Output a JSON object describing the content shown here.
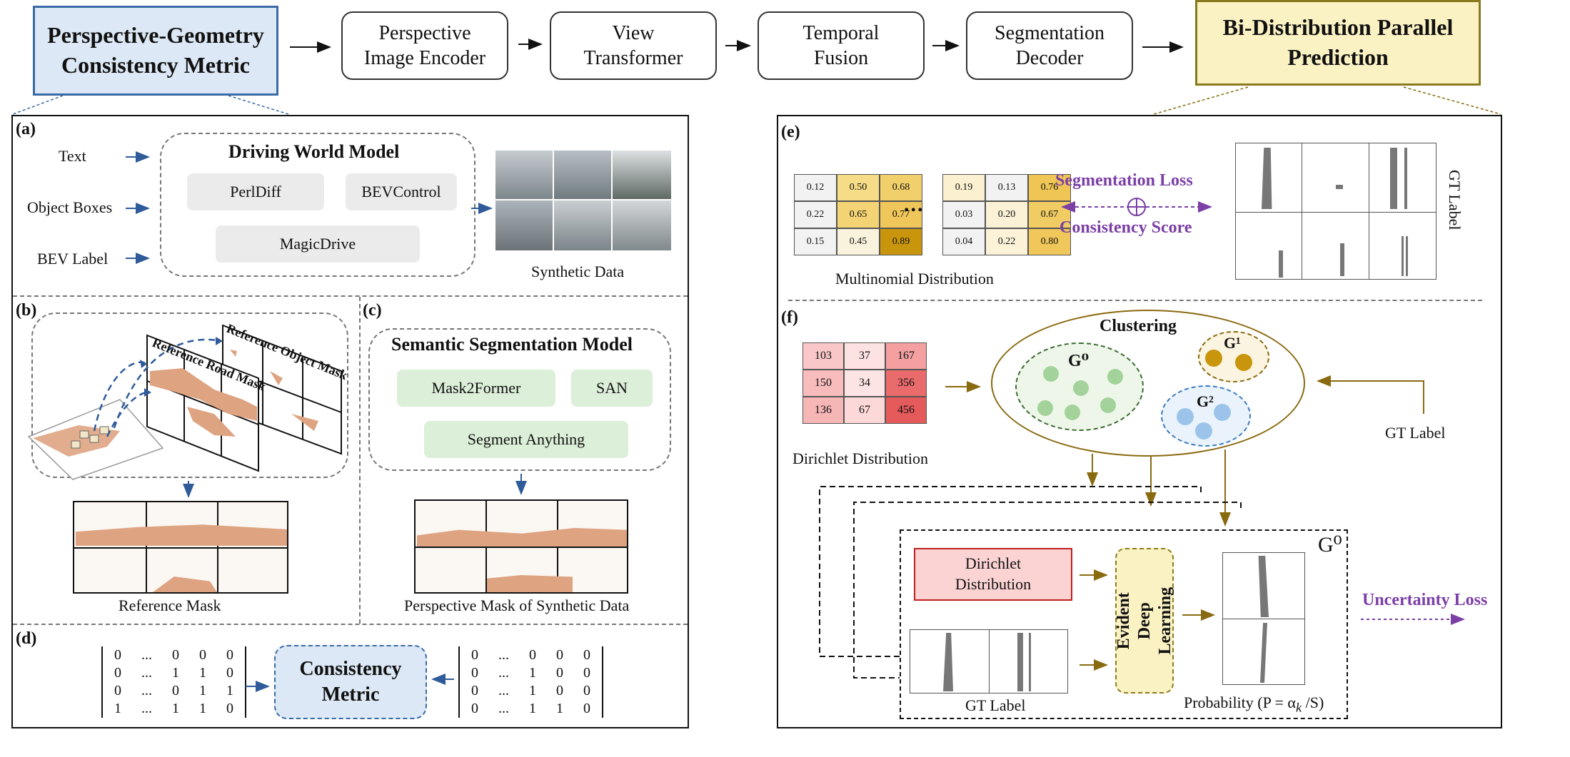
{
  "top_flow": {
    "left_metric": "Perspective-Geometry\nConsistency Metric",
    "encoder": "Perspective\nImage Encoder",
    "view_transformer": "View\nTransformer",
    "temporal_fusion": "Temporal\nFusion",
    "segmentation_decoder": "Segmentation\nDecoder",
    "right_prediction": "Bi-Distribution Parallel\nPrediction"
  },
  "panel_a": {
    "label": "(a)",
    "inputs": [
      "Text",
      "Object Boxes",
      "BEV Label"
    ],
    "model_title": "Driving World Model",
    "models": [
      "PerlDiff",
      "BEVControl",
      "MagicDrive"
    ],
    "output_label": "Synthetic Data"
  },
  "panel_b": {
    "label": "(b)",
    "road_mask_label": "Reference Road Mask",
    "object_mask_label": "Reference Object Mask",
    "output_label": "Reference Mask"
  },
  "panel_c": {
    "label": "(c)",
    "model_title": "Semantic Segmentation Model",
    "models": [
      "Mask2Former",
      "SAN",
      "Segment Anything"
    ],
    "output_label": "Perspective Mask of Synthetic Data"
  },
  "panel_d": {
    "label": "(d)",
    "left_matrix": [
      [
        "0",
        "...",
        "0",
        "0",
        "0"
      ],
      [
        "0",
        "...",
        "1",
        "1",
        "0"
      ],
      [
        "0",
        "...",
        "0",
        "1",
        "1"
      ],
      [
        "1",
        "...",
        "1",
        "1",
        "0"
      ]
    ],
    "right_matrix": [
      [
        "0",
        "...",
        "0",
        "0",
        "0"
      ],
      [
        "0",
        "...",
        "1",
        "0",
        "0"
      ],
      [
        "0",
        "...",
        "1",
        "0",
        "0"
      ],
      [
        "0",
        "...",
        "1",
        "1",
        "0"
      ]
    ],
    "metric_label": "Consistency\nMetric"
  },
  "panel_e": {
    "label": "(e)",
    "matrix1": [
      [
        "0.12",
        "0.50",
        "0.68"
      ],
      [
        "0.22",
        "0.65",
        "0.77"
      ],
      [
        "0.15",
        "0.45",
        "0.89"
      ]
    ],
    "matrix2": [
      [
        "0.19",
        "0.13",
        "0.76"
      ],
      [
        "0.03",
        "0.20",
        "0.67"
      ],
      [
        "0.04",
        "0.22",
        "0.80"
      ]
    ],
    "ellipsis": "...",
    "distribution_label": "Multinomial Distribution",
    "seg_loss": "Segmentation Loss",
    "consistency_score": "Consistency Score",
    "gt_label": "GT Label"
  },
  "panel_f": {
    "label": "(f)",
    "dirichlet_matrix": [
      [
        "103",
        "37",
        "167"
      ],
      [
        "150",
        "34",
        "356"
      ],
      [
        "136",
        "67",
        "456"
      ]
    ],
    "dirichlet_label": "Dirichlet Distribution",
    "clustering_title": "Clustering",
    "clusters": [
      "G⁰",
      "G¹",
      "G²"
    ],
    "gt_label": "GT Label",
    "group_label": "G⁰",
    "dirichlet_box": "Dirichlet\nDistribution",
    "edl_box": "Evident Deep\nLearning",
    "gt_label_bottom": "GT Label",
    "probability_label": "Probability (P = α",
    "probability_sub": "k",
    "probability_tail": " /S)",
    "uncertainty_loss": "Uncertainty Loss"
  },
  "colors": {
    "blue_fill": "#dce8f5",
    "yellow_fill": "#fbf2c4",
    "purple": "#7b3fa6",
    "olive_arrow": "#8a6a10",
    "blue_arrow": "#2f5b9a",
    "road_orange": "#dea482"
  }
}
